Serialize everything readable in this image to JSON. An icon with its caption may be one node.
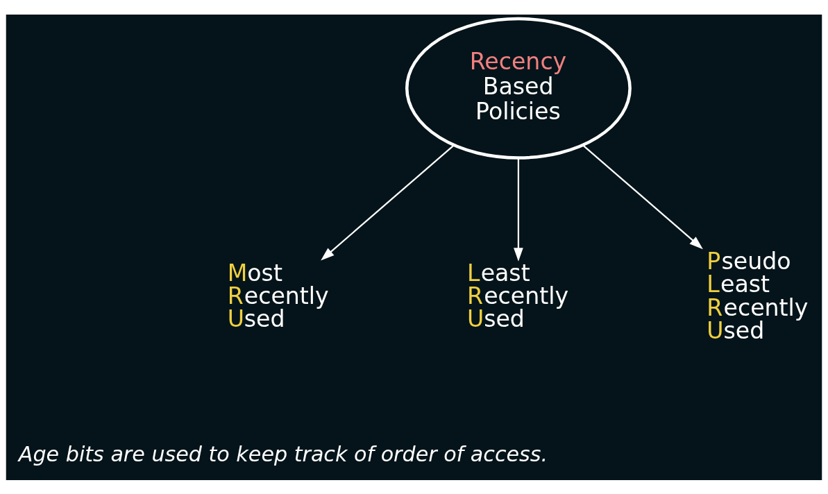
{
  "diagram": {
    "nodes": [
      {
        "text": [
          "Recency Based Policies"
        ]
      },
      {
        "text": [
          "Most Recently Used"
        ]
      },
      {
        "text": [
          "Least Recently Used"
        ]
      },
      {
        "text": [
          "Pseudo Least Recently Used"
        ]
      }
    ],
    "edges": [
      {
        "from": 0,
        "to": 1,
        "arrow": "to"
      },
      {
        "from": 0,
        "to": 2,
        "arrow": "to"
      },
      {
        "from": 0,
        "to": 3,
        "arrow": "to"
      }
    ],
    "labels": [
      "Age bits are used to keep track of order of access."
    ]
  }
}
